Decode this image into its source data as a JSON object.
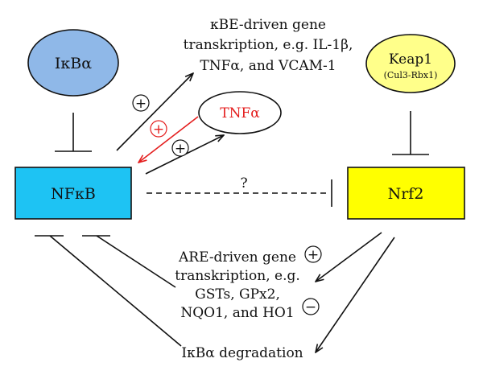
{
  "nodes": {
    "ikba": {
      "label": "IκBα",
      "fill": "#8fb8e8"
    },
    "keap1": {
      "label": "Keap1",
      "sublabel": "(Cul3-Rbx1)",
      "fill": "#ffff8a"
    },
    "nfkb": {
      "label": "NFκB",
      "fill": "#1ec3f3"
    },
    "nrf2": {
      "label": "Nrf2",
      "fill": "#ffff00"
    },
    "tnfa": {
      "label": "TNFα",
      "color": "#e41e1e"
    }
  },
  "texts": {
    "kbe_line1": "κBE-driven gene",
    "kbe_line2": "transkription, e.g. IL-1β,",
    "kbe_line3": "TNFα, and VCAM-1",
    "are_line1": "ARE-driven gene",
    "are_line2": "transkription, e.g.",
    "are_line3": "GSTs, GPx2,",
    "are_line4": "NQO1, and HO1",
    "degradation": "IκBα degradation",
    "question": "?"
  },
  "symbols": {
    "plus": "+",
    "minus": "−"
  },
  "colors": {
    "activation_red": "#e41e1e",
    "line": "#111111"
  }
}
